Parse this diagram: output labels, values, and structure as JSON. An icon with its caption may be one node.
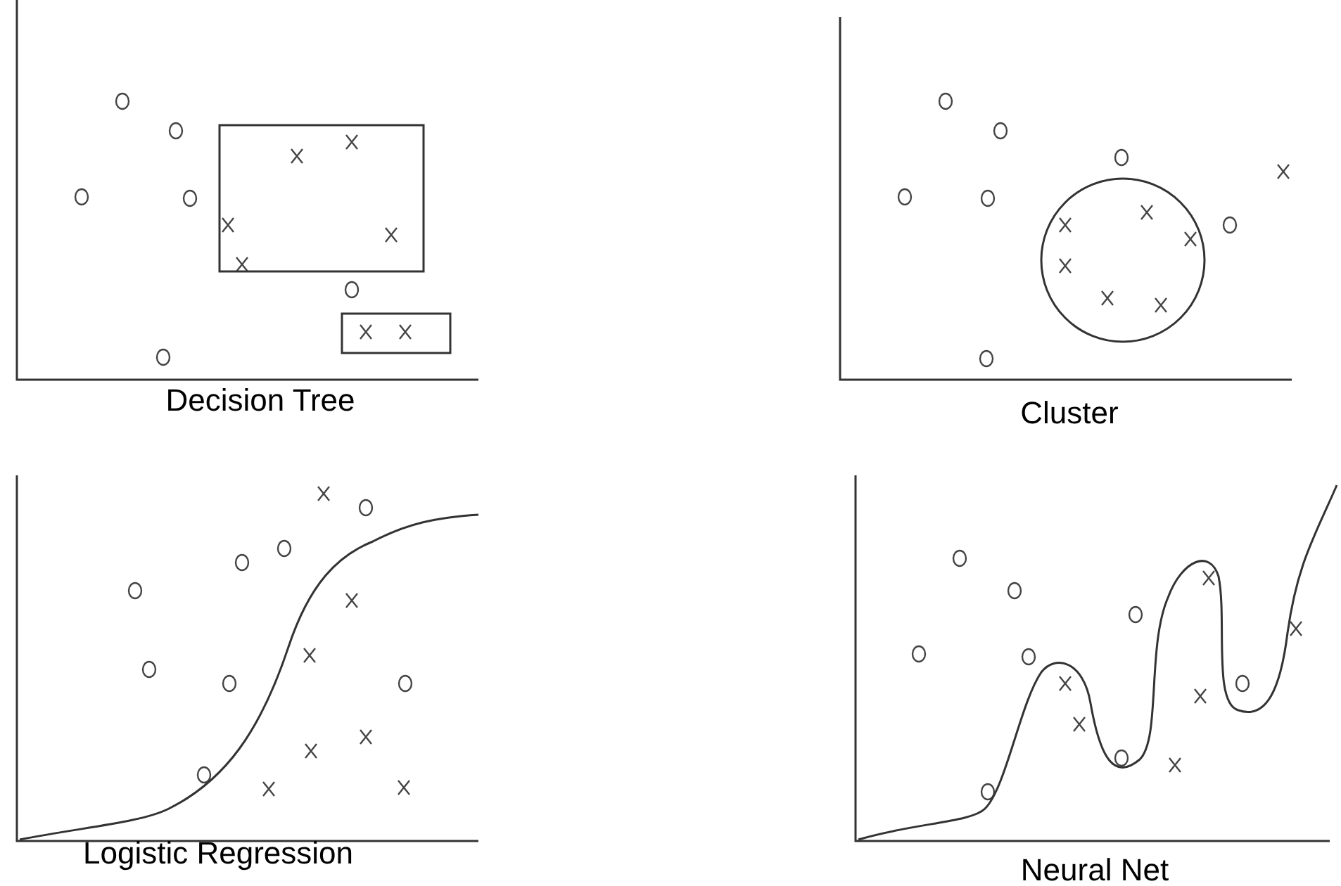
{
  "diagram": {
    "labels": [
      "Decision Tree",
      "Cluster",
      "Logistic Regression",
      "Neural Net"
    ]
  }
}
